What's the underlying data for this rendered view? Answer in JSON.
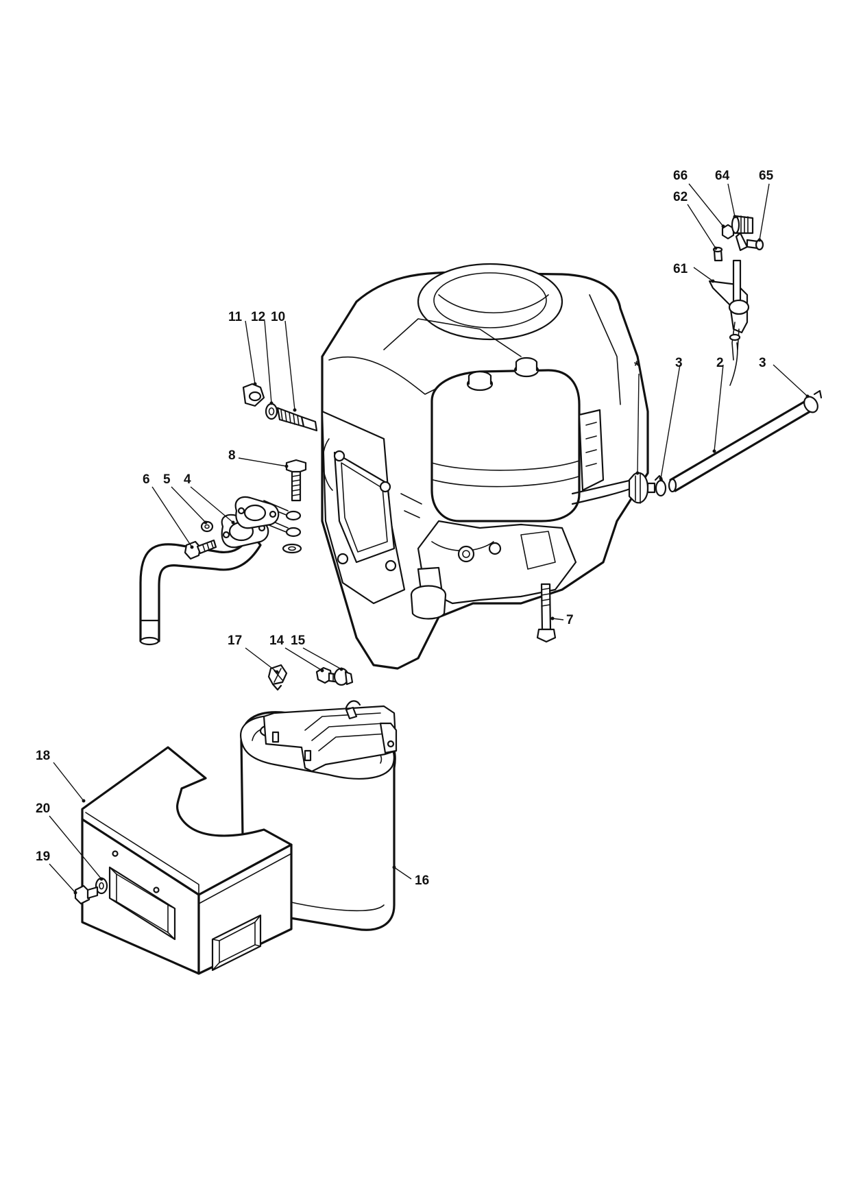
{
  "callouts": {
    "c66": "66",
    "c64": "64",
    "c65": "65",
    "c62": "62",
    "c61": "61",
    "c11": "11",
    "c12": "12",
    "c10": "10",
    "cstar": "*",
    "c3a": "3",
    "c2": "2",
    "c3b": "3",
    "c8": "8",
    "c6": "6",
    "c5": "5",
    "c4": "4",
    "c7": "7",
    "c17": "17",
    "c14": "14",
    "c15": "15",
    "c18": "18",
    "c20": "20",
    "c19": "19",
    "c16": "16"
  }
}
